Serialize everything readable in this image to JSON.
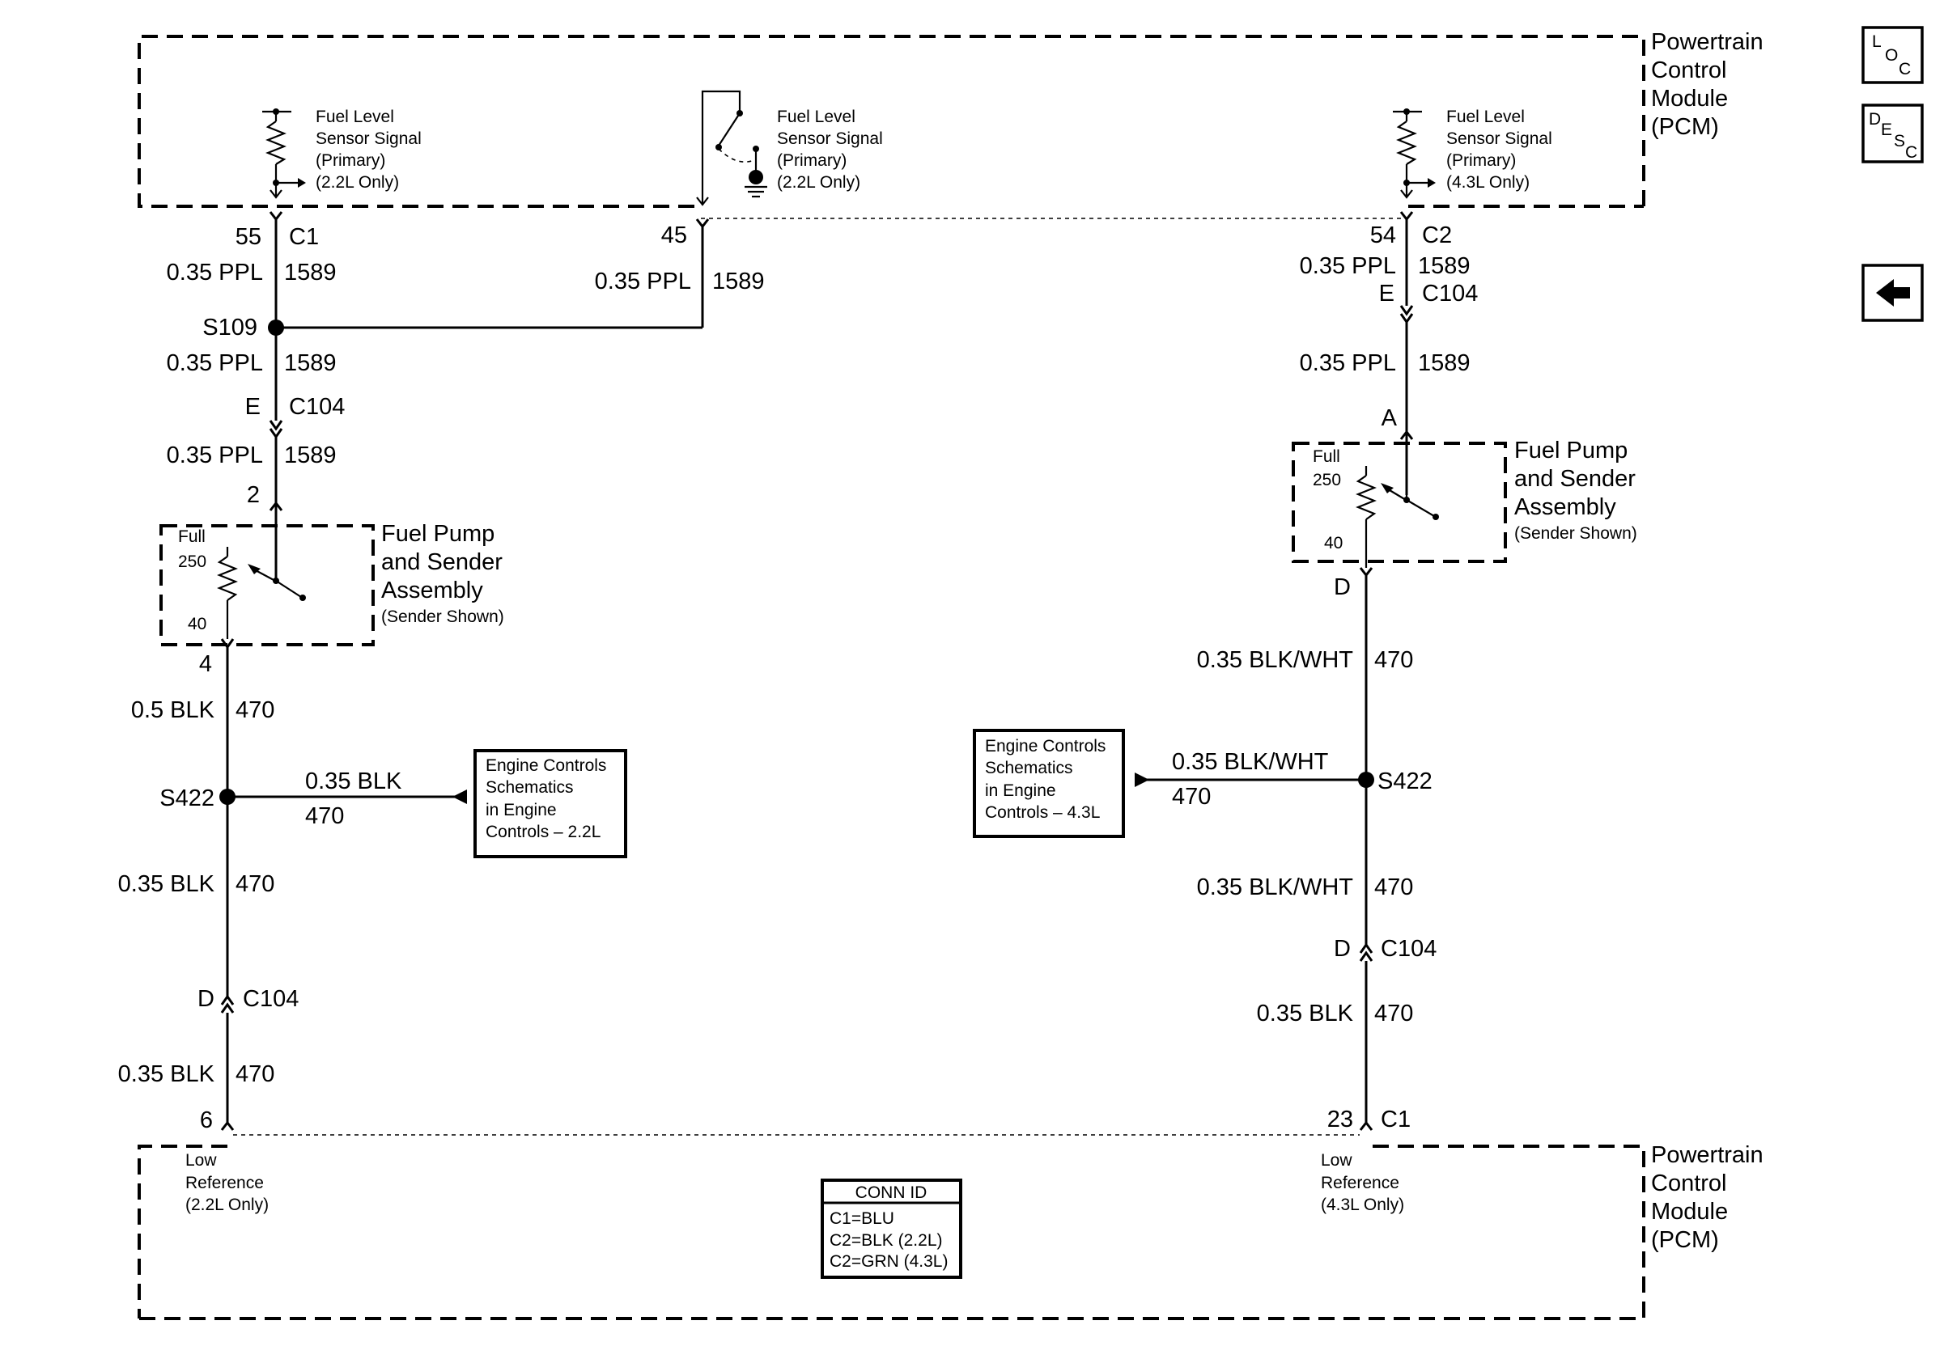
{
  "pcm": {
    "title": [
      "Powertrain",
      "Control",
      "Module",
      "(PCM)"
    ]
  },
  "nav": {
    "loc": [
      "L",
      "O",
      "C"
    ],
    "desc": [
      "D",
      "E",
      "S",
      "C"
    ]
  },
  "top_labels": {
    "sig1": [
      "Fuel Level",
      "Sensor Signal",
      "(Primary)",
      "(2.2L Only)"
    ],
    "sig2": [
      "Fuel Level",
      "Sensor Signal",
      "(Primary)",
      "(2.2L Only)"
    ],
    "sig3": [
      "Fuel Level",
      "Sensor Signal",
      "(Primary)",
      "(4.3L Only)"
    ]
  },
  "bottom_labels": {
    "low1": [
      "Low",
      "Reference",
      "(2.2L Only)"
    ],
    "low2": [
      "Low",
      "Reference",
      "(4.3L Only)"
    ]
  },
  "left": {
    "pin_top": "55",
    "conn_top": "C1",
    "w1_spec": "0.35 PPL",
    "w1_circ": "1589",
    "splice1": "S109",
    "w2_spec": "0.35 PPL",
    "w2_circ": "1589",
    "c104_pin": "E",
    "c104_name": "C104",
    "w3_spec": "0.35 PPL",
    "w3_circ": "1589",
    "asm_pin_top": "2",
    "asm_title": [
      "Fuel Pump",
      "and Sender",
      "Assembly"
    ],
    "asm_note": "(Sender Shown)",
    "full": "Full",
    "r250": "250",
    "r40": "40",
    "asm_pin_bot": "4",
    "w4_spec": "0.5 BLK",
    "w4_circ": "470",
    "splice2": "S422",
    "branch_spec": "0.35 BLK",
    "branch_circ": "470",
    "ref_box": [
      "Engine Controls",
      "Schematics",
      "in Engine",
      "Controls – 2.2L"
    ],
    "w5_spec": "0.35 BLK",
    "w5_circ": "470",
    "c104b_pin": "D",
    "c104b_name": "C104",
    "w6_spec": "0.35 BLK",
    "w6_circ": "470",
    "pin_bot": "6"
  },
  "middle": {
    "pin_top": "45",
    "w1_spec": "0.35 PPL",
    "w1_circ": "1589"
  },
  "right": {
    "pin_top": "54",
    "conn_top": "C2",
    "w1_spec": "0.35 PPL",
    "w1_circ": "1589",
    "c104_pin": "E",
    "c104_name": "C104",
    "w2_spec": "0.35 PPL",
    "w2_circ": "1589",
    "asm_pin_top": "A",
    "asm_title": [
      "Fuel Pump",
      "and Sender",
      "Assembly"
    ],
    "asm_note": "(Sender Shown)",
    "full": "Full",
    "r250": "250",
    "r40": "40",
    "asm_pin_bot": "D",
    "w3_spec": "0.35 BLK/WHT",
    "w3_circ": "470",
    "splice": "S422",
    "branch_spec": "0.35 BLK/WHT",
    "branch_circ": "470",
    "ref_box": [
      "Engine Controls",
      "Schematics",
      "in Engine",
      "Controls – 4.3L"
    ],
    "w4_spec": "0.35 BLK/WHT",
    "w4_circ": "470",
    "c104b_pin": "D",
    "c104b_name": "C104",
    "w5_spec": "0.35 BLK",
    "w5_circ": "470",
    "pin_bot": "23",
    "conn_bot": "C1"
  },
  "conn_id": {
    "title": "CONN ID",
    "lines": [
      "C1=BLU",
      "C2=BLK (2.2L)",
      "C2=GRN (4.3L)"
    ]
  }
}
